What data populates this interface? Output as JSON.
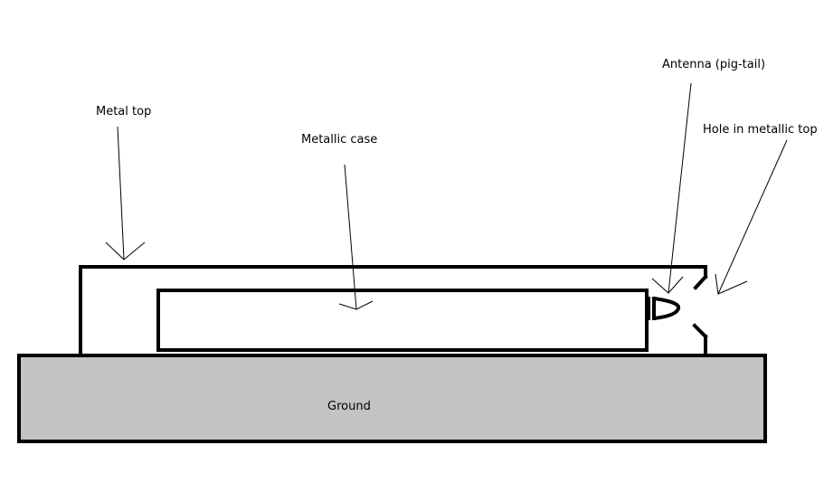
{
  "colors": {
    "background": "#ffffff",
    "stroke": "#000000",
    "ground_fill": "#c3c3c3"
  },
  "labels": {
    "metal_top": "Metal top",
    "metallic_case": "Metallic case",
    "antenna": "Antenna (pig-tail)",
    "hole": "Hole in metallic top",
    "ground": "Ground"
  }
}
